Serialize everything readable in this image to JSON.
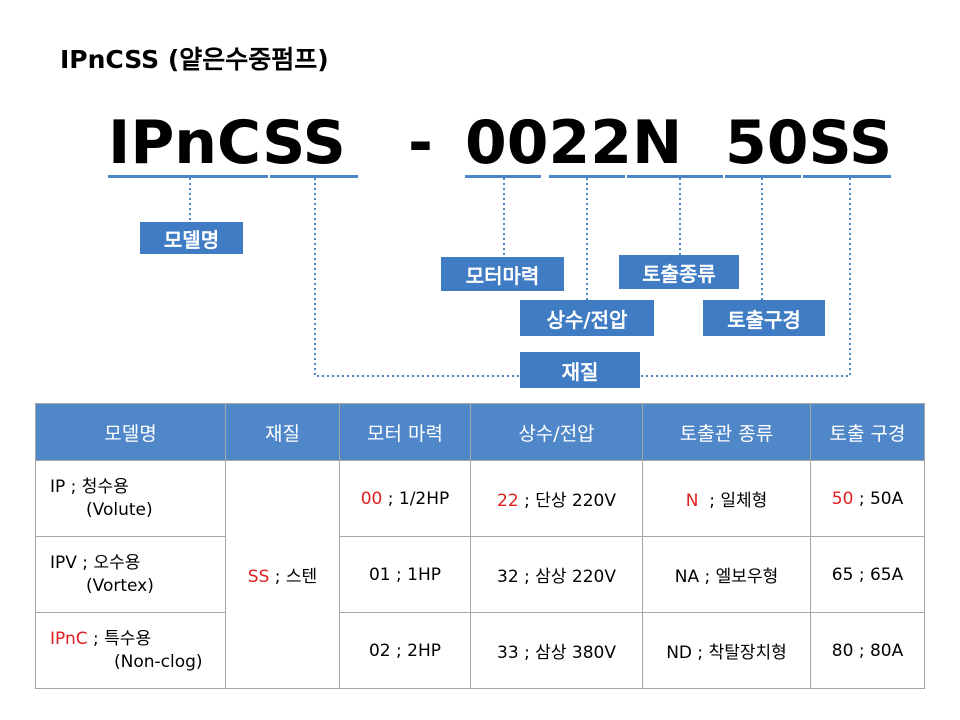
{
  "title": "IPnCSS (얕은수중펌프)",
  "code": {
    "part1": "IPnCSS",
    "dash": "-",
    "part2": "0022N",
    "part3": "50SS"
  },
  "labels": {
    "model": "모델명",
    "motor": "모터마력",
    "phase": "상수/전압",
    "outlet_type": "토출종류",
    "outlet_size": "토출구경",
    "material": "재질"
  },
  "table": {
    "headers": [
      "모델명",
      "재질",
      "모터 마력",
      "상수/전압",
      "토출관 종류",
      "토출 구경"
    ],
    "models": [
      {
        "code": "IP",
        "sep": " ; 청수용",
        "sub": "(Volute)"
      },
      {
        "code": "IPV",
        "sep": " ; 오수용",
        "sub": "(Vortex)"
      },
      {
        "code": "IPnC",
        "sep": " ; 특수용",
        "sub": "(Non-clog)"
      }
    ],
    "material": {
      "code": "SS",
      "rest": " ; 스텐"
    },
    "motor": [
      {
        "code": "00",
        "rest": " ; 1/2HP"
      },
      {
        "code": "01",
        "rest": " ; 1HP"
      },
      {
        "code": "02",
        "rest": " ; 2HP"
      }
    ],
    "phase": [
      {
        "code": "22",
        "rest": " ; 단상 220V"
      },
      {
        "code": "32",
        "rest": " ; 삼상 220V"
      },
      {
        "code": "33",
        "rest": " ; 삼상 380V"
      }
    ],
    "outlet_type": [
      {
        "code": "N",
        "rest": "  ; 일체형"
      },
      {
        "code": "NA",
        "rest": " ; 엘보우형"
      },
      {
        "code": "ND",
        "rest": " ; 착탈장치형"
      }
    ],
    "outlet_size": [
      {
        "code": "50",
        "rest": " ; 50A"
      },
      {
        "code": "65",
        "rest": " ; 65A"
      },
      {
        "code": "80",
        "rest": " ; 80A"
      }
    ]
  },
  "colors": {
    "accent": "#3f7cc4",
    "header": "#4f87c9",
    "highlight": "#e02020",
    "connector": "#4a86c8"
  }
}
